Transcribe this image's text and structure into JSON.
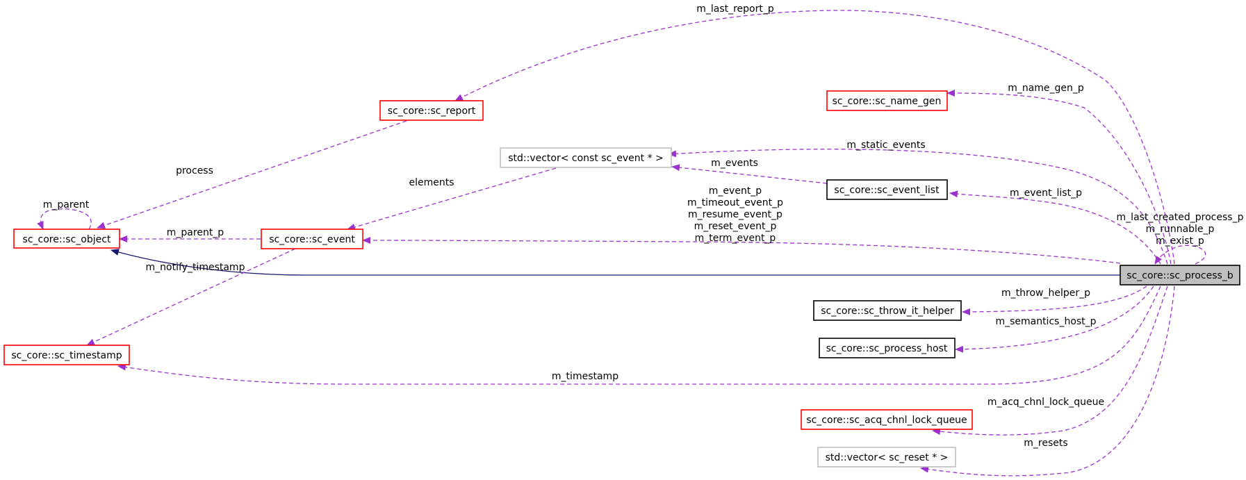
{
  "colors": {
    "usage_edge": "#9a32cd",
    "inherit_edge": "#191970",
    "border_red": "#ff0000",
    "border_black": "#000000",
    "border_gray": "#bfbfbf",
    "focus_fill": "#bfbfbf"
  },
  "nodes": {
    "sc_object": {
      "label": "sc_core::sc_object",
      "border": "red"
    },
    "sc_report": {
      "label": "sc_core::sc_report",
      "border": "red"
    },
    "sc_event": {
      "label": "sc_core::sc_event",
      "border": "red"
    },
    "sc_timestamp": {
      "label": "sc_core::sc_timestamp",
      "border": "red"
    },
    "vector_event": {
      "label": "std::vector< const sc_event * >",
      "border": "gray"
    },
    "sc_name_gen": {
      "label": "sc_core::sc_name_gen",
      "border": "red"
    },
    "sc_event_list": {
      "label": "sc_core::sc_event_list",
      "border": "black"
    },
    "sc_throw_it_helper": {
      "label": "sc_core::sc_throw_it_helper",
      "border": "black"
    },
    "sc_process_host": {
      "label": "sc_core::sc_process_host",
      "border": "black"
    },
    "sc_acq_chnl_lock_queue": {
      "label": "sc_core::sc_acq_chnl_lock_queue",
      "border": "red"
    },
    "vector_reset": {
      "label": "std::vector< sc_reset * >",
      "border": "gray"
    },
    "sc_process_b": {
      "label": "sc_core::sc_process_b",
      "border": "focus"
    }
  },
  "edge_labels": {
    "m_last_report_p": "m_last_report_p",
    "process": "process",
    "m_parent": "m_parent",
    "m_parent_p": "m_parent_p",
    "elements": "elements",
    "m_notify_timestamp": "m_notify_timestamp",
    "m_name_gen_p": "m_name_gen_p",
    "m_static_events": "m_static_events",
    "m_events": "m_events",
    "m_event_list_p": "m_event_list_p",
    "event_group": [
      "m_event_p",
      "m_timeout_event_p",
      "m_resume_event_p",
      "m_reset_event_p",
      "m_term_event_p"
    ],
    "self_group": [
      "m_last_created_process_p",
      "m_runnable_p",
      "m_exist_p"
    ],
    "m_throw_helper_p": "m_throw_helper_p",
    "m_semantics_host_p": "m_semantics_host_p",
    "m_timestamp": "m_timestamp",
    "m_acq_chnl_lock_queue": "m_acq_chnl_lock_queue",
    "m_resets": "m_resets"
  }
}
